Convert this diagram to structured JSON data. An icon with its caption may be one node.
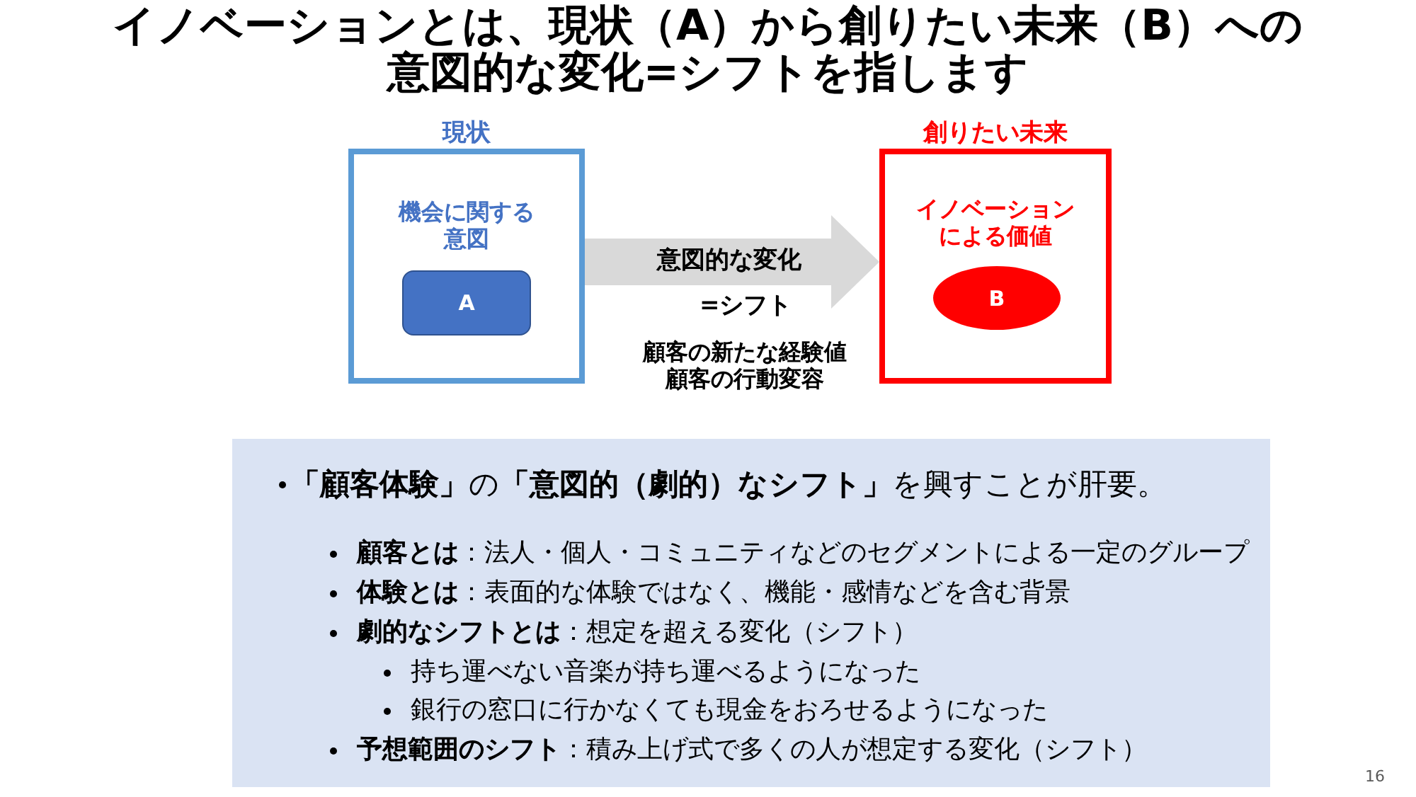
{
  "diagram": {
    "title": "イノベーションとは、現状（A）から創りたい未来（B）への意図的な変化=シフトを指します",
    "nodes": [
      {
        "text": [
          "現状",
          "機会に関する意図"
        ]
      },
      {
        "text": [
          "A"
        ],
        "in": 0
      },
      {
        "text": [
          "創りたい未来",
          "イノベーションによる価値"
        ]
      },
      {
        "text": [
          "B"
        ],
        "in": 2
      },
      {
        "text": [
          "**「顧客体験」**の**「意図的（劇的）なシフト」**を興すことが肝要。",
          "**顧客とは**：法人・個人・コミュニティなどのセグメントによる一定のグループ",
          "**体験とは**：表面的な体験ではなく、機能・感情などを含む背景",
          "**劇的なシフトとは**：想定を超える変化（シフト）",
          "持ち運べない音楽が持ち運べるようになった",
          "銀行の窓口に行かなくても現金をおろせるようになった",
          "**予想範囲のシフト**：積み上げ式で多くの人が想定する変化（シフト）"
        ]
      }
    ],
    "edges": [
      {
        "from": 0,
        "to": 2,
        "arrow": "to",
        "label": "意図的な変化",
        "color": "#d9d9d9"
      }
    ],
    "labels": [
      "=シフト",
      "顧客の新たな経験値",
      "顧客の行動変容",
      "16"
    ]
  }
}
